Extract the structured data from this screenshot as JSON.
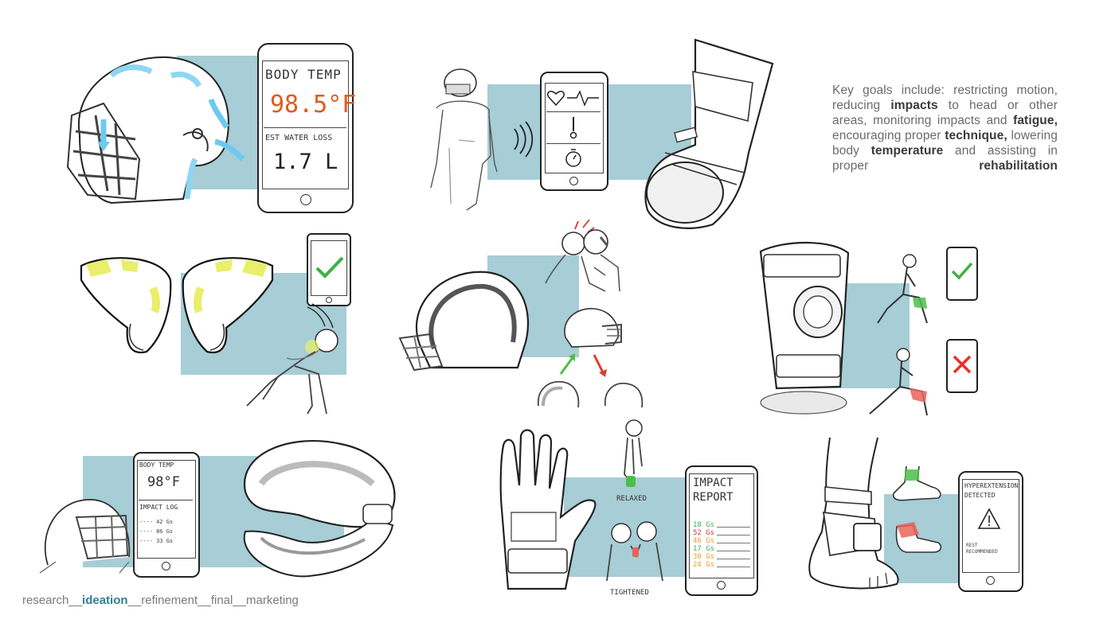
{
  "goals": {
    "intro": "Key goals include: restricting motion, reducing",
    "kw1": "impacts",
    "t2": "to head or other areas, monitoring impacts and",
    "kw2": "fatigue,",
    "t3": "encouraging proper",
    "kw3": "technique,",
    "t4": "lowering body",
    "kw4": "temperature",
    "t5": "and assisting in proper",
    "kw5": "rehabilitation"
  },
  "nav": {
    "s1": "research",
    "sep": "__",
    "s2": "ideation",
    "s3": "refinement",
    "s4": "final",
    "s5": "marketing"
  },
  "phone_temp": {
    "title": "BODY TEMP",
    "value": "98.5°F",
    "label2": "EST WATER LOSS",
    "value2": "1.7 L"
  },
  "phone_log": {
    "title": "BODY TEMP",
    "value": "98°F",
    "label2": "IMPACT LOG",
    "rows": [
      "---- 42 Gs",
      "---- 86 Gs",
      "---- 33 Gs"
    ]
  },
  "phone_report": {
    "title1": "IMPACT",
    "title2": "REPORT",
    "rows": [
      "18 Gs",
      "52 Gs",
      "46 Gs",
      "17 Gs",
      "30 Gs",
      "24 Gs"
    ]
  },
  "phone_hyper": {
    "title1": "HYPEREXTENSION",
    "title2": "DETECTED",
    "note1": "REST",
    "note2": "RECOMMENDED"
  },
  "glove_labels": {
    "relaxed": "RELAXED",
    "tightened": "TIGHTENED"
  },
  "colors": {
    "teal": "#a7cdd6",
    "accent_blue": "#2f7f96",
    "temp_orange": "#e05a1c",
    "check_green": "#3cb043",
    "cross_red": "#e8302a",
    "pad_yellow": "#e9ef6a",
    "arrow_blue": "#66c6ef"
  },
  "icons": [
    "heart-icon",
    "heartbeat-icon",
    "thermometer-icon",
    "stopwatch-icon",
    "check-icon",
    "cross-icon",
    "warning-icon",
    "signal-waves-icon"
  ]
}
